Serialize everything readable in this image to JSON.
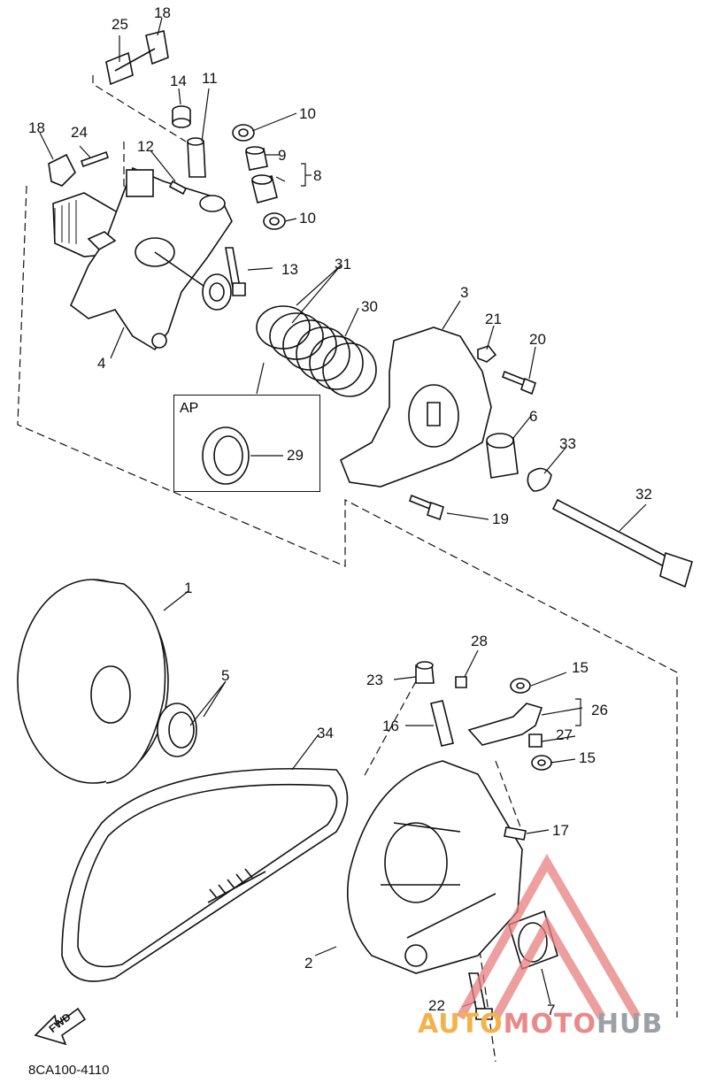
{
  "diagram": {
    "code": "8CA100-4110",
    "fwd_label": "FWD",
    "ap_label": "AP",
    "watermark": {
      "part1": "AUTO",
      "part2": "MOTO",
      "part3": "HUB"
    },
    "callouts": [
      {
        "id": "c1",
        "text": "1"
      },
      {
        "id": "c2",
        "text": "2"
      },
      {
        "id": "c3",
        "text": "3"
      },
      {
        "id": "c4",
        "text": "4"
      },
      {
        "id": "c5",
        "text": "5"
      },
      {
        "id": "c6",
        "text": "6"
      },
      {
        "id": "c7",
        "text": "7"
      },
      {
        "id": "c8",
        "text": "8"
      },
      {
        "id": "c9",
        "text": "9"
      },
      {
        "id": "c10a",
        "text": "10"
      },
      {
        "id": "c10b",
        "text": "10"
      },
      {
        "id": "c11",
        "text": "11"
      },
      {
        "id": "c12",
        "text": "12"
      },
      {
        "id": "c13",
        "text": "13"
      },
      {
        "id": "c14",
        "text": "14"
      },
      {
        "id": "c15a",
        "text": "15"
      },
      {
        "id": "c15b",
        "text": "15"
      },
      {
        "id": "c16",
        "text": "16"
      },
      {
        "id": "c17",
        "text": "17"
      },
      {
        "id": "c18a",
        "text": "18"
      },
      {
        "id": "c18b",
        "text": "18"
      },
      {
        "id": "c19",
        "text": "19"
      },
      {
        "id": "c20",
        "text": "20"
      },
      {
        "id": "c21",
        "text": "21"
      },
      {
        "id": "c22",
        "text": "22"
      },
      {
        "id": "c23",
        "text": "23"
      },
      {
        "id": "c24",
        "text": "24"
      },
      {
        "id": "c25",
        "text": "25"
      },
      {
        "id": "c26",
        "text": "26"
      },
      {
        "id": "c27",
        "text": "27"
      },
      {
        "id": "c28",
        "text": "28"
      },
      {
        "id": "c29",
        "text": "29"
      },
      {
        "id": "c30",
        "text": "30"
      },
      {
        "id": "c31",
        "text": "31"
      },
      {
        "id": "c32",
        "text": "32"
      },
      {
        "id": "c33",
        "text": "33"
      },
      {
        "id": "c34",
        "text": "34"
      }
    ]
  }
}
